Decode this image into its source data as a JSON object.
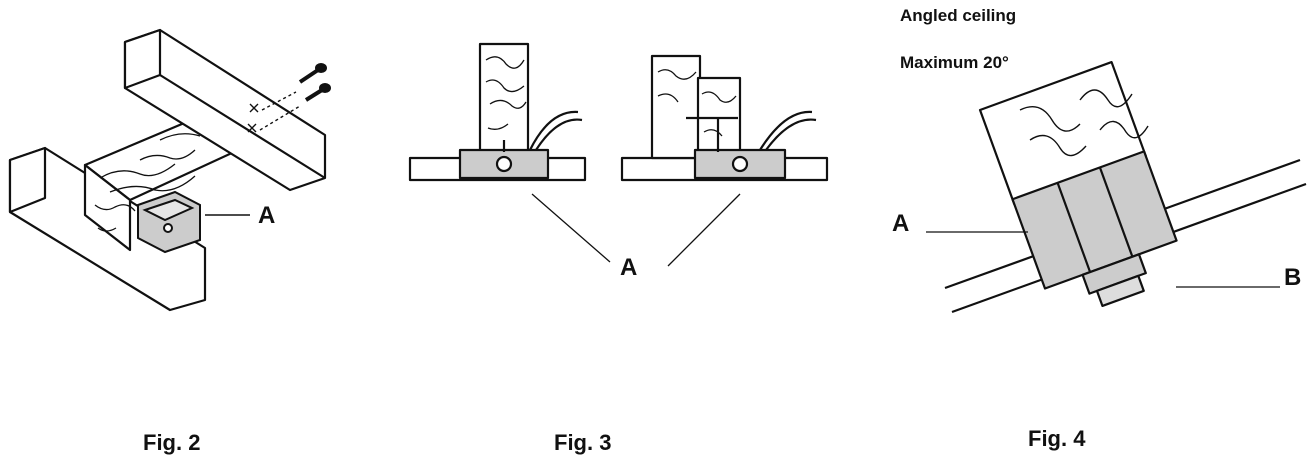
{
  "figures": [
    {
      "id": "fig2",
      "caption": "Fig. 2",
      "callouts": [
        "A"
      ]
    },
    {
      "id": "fig3",
      "caption": "Fig. 3",
      "callouts": [
        "A"
      ]
    },
    {
      "id": "fig4",
      "caption": "Fig. 4",
      "notes": [
        "Angled ceiling",
        "Maximum 20°"
      ],
      "callouts": [
        "A",
        "B"
      ]
    }
  ]
}
